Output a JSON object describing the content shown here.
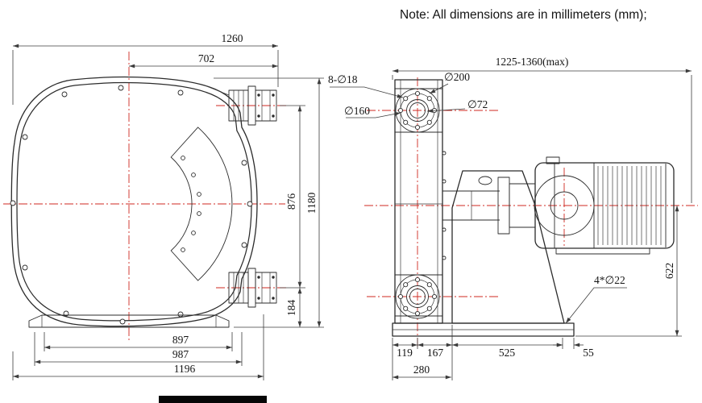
{
  "note": "Note: All dimensions are in millimeters (mm);",
  "colors": {
    "centerline": "#cf2a21",
    "outline": "#2b2b2b"
  },
  "front_view": {
    "dim_width_total": "1260",
    "dim_center_to_port_face": "702",
    "dim_port_center_spacing": "876",
    "dim_height_total": "1180",
    "dim_port_to_base": "184",
    "dim_base_897": "897",
    "dim_base_987": "987",
    "dim_base_1196": "1196"
  },
  "side_view": {
    "dim_length_range": "1225-1360(max)",
    "label_bolt_holes": "8-∅18",
    "label_flange_od": "∅200",
    "label_bolt_circle": "∅160",
    "label_hose_bore": "∅72",
    "dim_axis_height": "622",
    "label_anchor_holes": "4*∅22",
    "dim_119": "119",
    "dim_167": "167",
    "dim_525": "525",
    "dim_55": "55",
    "dim_280": "280"
  }
}
